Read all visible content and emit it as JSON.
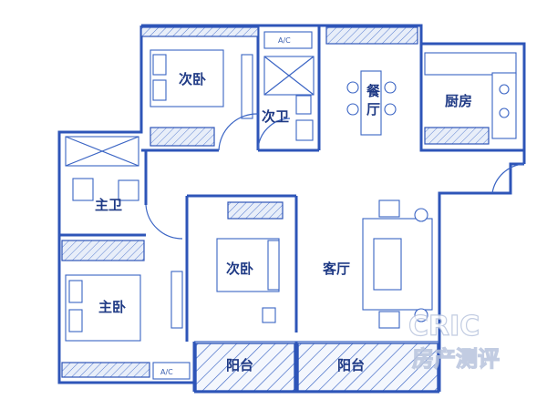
{
  "rooms": {
    "bedroom_top": "次卧",
    "bathroom_second": "次卫",
    "dining": "餐厅",
    "kitchen": "厨房",
    "bathroom_master": "主卫",
    "bedroom_middle": "次卧",
    "living": "客厅",
    "bedroom_master": "主卧",
    "balcony_left": "阳台",
    "balcony_right": "阳台"
  },
  "ac": {
    "top": "A/C",
    "bottom": "A/C"
  },
  "watermark": {
    "line1": "CRIC",
    "line2": "房产测评"
  },
  "colors": {
    "background": "#ffffff",
    "line": "#2e55b8",
    "text": "#1f3a85"
  }
}
